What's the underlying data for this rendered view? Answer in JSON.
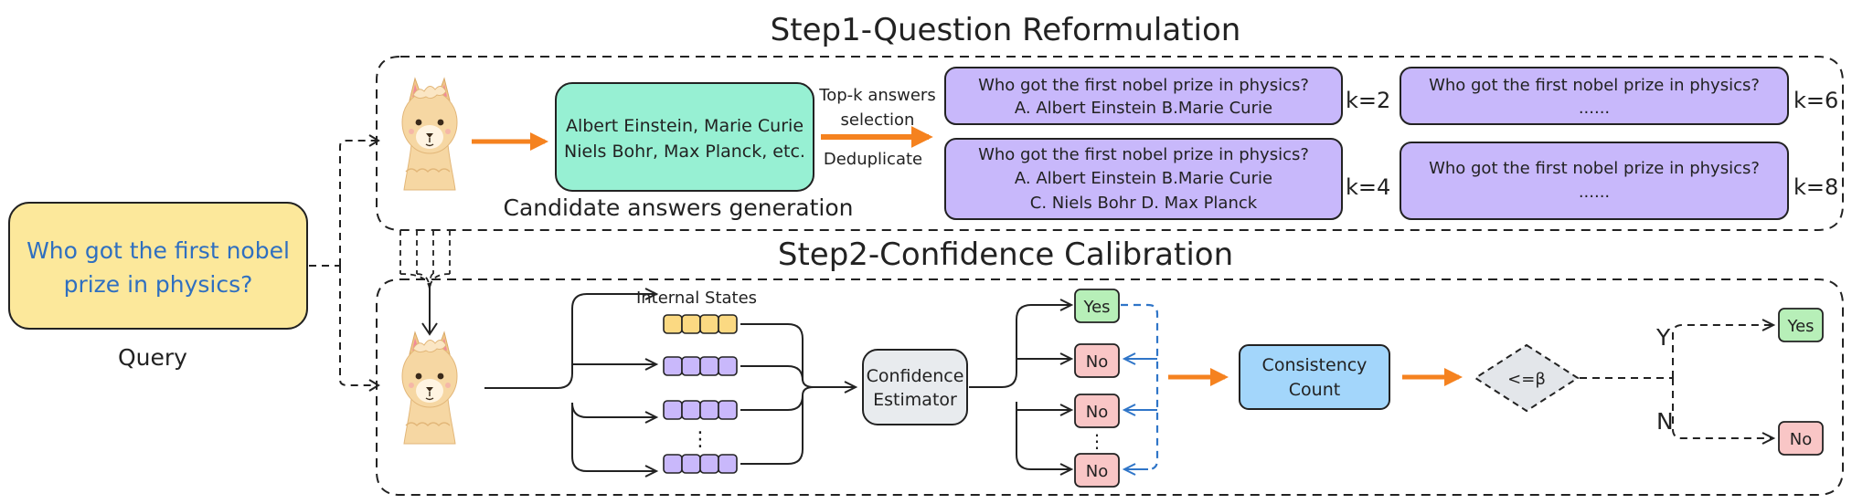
{
  "step1": {
    "title": "Step1-Question Reformulation"
  },
  "step2": {
    "title": "Step2-Confidence Calibration"
  },
  "query": {
    "line1": "Who got the first nobel",
    "line2": "prize in physics?",
    "label": "Query"
  },
  "candidates": {
    "line1": "Albert Einstein, Marie Curie",
    "line2": "Niels Bohr, Max Planck, etc.",
    "label": "Candidate answers generation"
  },
  "arrow_labels": {
    "topk1": "Top-k answers",
    "topk2": "selection",
    "dedup": "Deduplicate"
  },
  "reformulated": [
    {
      "line1": "Who got the first nobel prize in physics?",
      "line2": "A. Albert Einstein B.Marie Curie",
      "line3": "",
      "k": "k=2"
    },
    {
      "line1": "Who got the first nobel prize in physics?",
      "line2": "A. Albert Einstein B.Marie Curie",
      "line3": "C. Niels Bohr D. Max Planck",
      "k": "k=4"
    },
    {
      "line1": "Who got the first nobel prize in physics?",
      "line2": "......",
      "line3": "",
      "k": "k=6"
    },
    {
      "line1": "Who got the first nobel prize in physics?",
      "line2": "......",
      "line3": "",
      "k": "k=8"
    }
  ],
  "internal_states_label": "Internal States",
  "vdots": "⋮",
  "estimator": {
    "line1": "Confidence",
    "line2": "Estimator"
  },
  "answers": [
    "Yes",
    "No",
    "No",
    "No"
  ],
  "consistency": {
    "line1": "Consistency",
    "line2": "Count"
  },
  "decision": {
    "label": "<=β",
    "y_branch": "Y",
    "n_branch": "N",
    "yes": "Yes",
    "no": "No"
  },
  "colors": {
    "query_fill": "#fce89b",
    "query_text": "#2f6fc0",
    "candidate_fill": "#97f0d3",
    "reform_fill": "#c8b8fb",
    "state_yellow": "#fbd982",
    "state_purple": "#c9b8fb",
    "estimator_fill": "#e8ebee",
    "consistency_fill": "#a3d6fb",
    "yes_fill": "#b7efb8",
    "no_fill": "#f9c6c6",
    "orange": "#f5821f",
    "blue_dashed": "#2f75c8",
    "decision_fill": "#e3e6ea"
  },
  "icons": [
    "llama-icon",
    "llama-icon"
  ]
}
